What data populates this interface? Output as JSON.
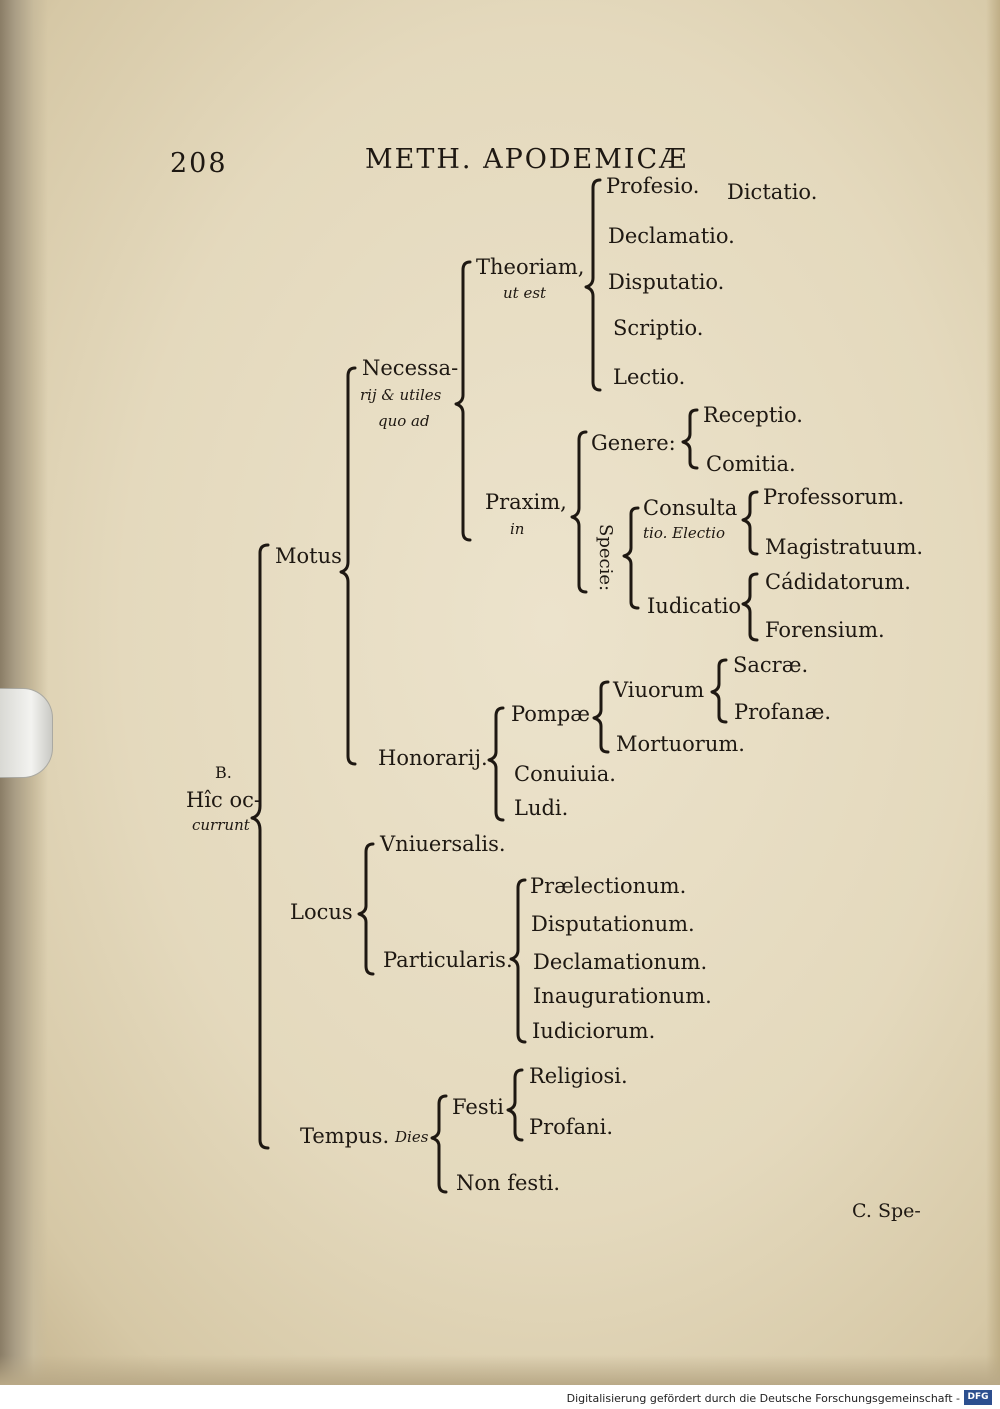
{
  "header": {
    "page_number": "208",
    "running_title": "METH. APODEMICÆ"
  },
  "tree": {
    "root_marker": "B.",
    "root_line1": "Hîc oc-",
    "root_line2": "currunt",
    "motus": "Motus",
    "necessarij_1": "Necessa-",
    "necessarij_2": "rij & utiles",
    "necessarij_3": "quo ad",
    "theoriam": "Theoriam,",
    "ut_est": "ut est",
    "professio": "Profesio.",
    "dictatio": "Dictatio.",
    "declamatio": "Declamatio.",
    "disputatio": "Disputatio.",
    "scriptio": "Scriptio.",
    "lectio": "Lectio.",
    "praxim": "Praxim,",
    "in": "in",
    "genere": "Genere:",
    "receptio": "Receptio.",
    "comitia": "Comitia.",
    "specie": "Specie:",
    "consulta_1": "Consulta",
    "consulta_2": "tio. Electio",
    "professorum": "Professorum.",
    "magistratuum": "Magistratuum.",
    "iudicatio": "Iudicatio",
    "candidatorum": "Cádidatorum.",
    "forensium": "Forensium.",
    "honorarij": "Honorarij.",
    "pompae": "Pompæ",
    "viuorum": "Viuorum",
    "sacrae": "Sacræ.",
    "profanae": "Profanæ.",
    "mortuorum": "Mortuorum.",
    "conuiuia": "Conuiuia.",
    "ludi": "Ludi.",
    "locus": "Locus",
    "vniuersalis": "Vniuersalis.",
    "particularis": "Particularis.",
    "praelectionum": "Prælectionum.",
    "disputationum": "Disputationum.",
    "declamationum": "Declamationum.",
    "inaugurationum": "Inaugurationum.",
    "iudiciorum": "Iudiciorum.",
    "tempus": "Tempus.",
    "dies": "Dies",
    "festi": "Festi",
    "religiosi": "Religiosi.",
    "profani": "Profani.",
    "nonfesti": "Non festi."
  },
  "catchword": "C. Spe-",
  "footer": {
    "credit": "Digitalisierung gefördert durch die Deutsche Forschungsgemeinschaft -",
    "logo": "DFG"
  }
}
